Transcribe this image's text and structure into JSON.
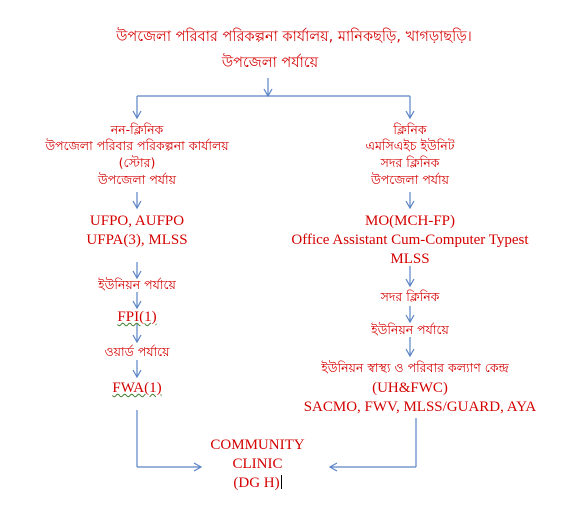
{
  "title": {
    "line1": "উপজেলা পরিবার পরিকল্পনা কার্যালয়, মানিকছড়ি, খাগড়াছড়ি।",
    "line2": "উপজেলা পর্যায়ে"
  },
  "left_branch": {
    "header": [
      "নন-ক্লিনিক",
      "উপজেলা পরিবার পরিকল্পনা কার্যালয়",
      "(স্টোর)",
      "উপজেলা পর্যায়"
    ],
    "staff": [
      "UFPO, AUFPO",
      "UFPA(3), MLSS"
    ],
    "union_level": "ইউনিয়ন পর্যায়ে",
    "union_staff": "FPI(1)",
    "ward_level": "ওয়ার্ড পর্যায়ে",
    "ward_staff": "FWA(1)"
  },
  "right_branch": {
    "header": [
      "ক্লিনিক",
      "এমসিএইচ ইউনিট",
      "সদর ক্লিনিক",
      "উপজেলা পর্যায়"
    ],
    "staff": [
      "MO(MCH-FP)",
      "Office Assistant Cum-Computer Typest",
      "MLSS"
    ],
    "sadar_clinic": "সদর ক্লিনিক",
    "union_level": "ইউনিয়ন পর্যায়ে",
    "center": "ইউনিয়ন স্বাস্থ্য ও পরিবার কল্যাণ কেন্দ্র",
    "center_abbr": "(UH&FWC)",
    "center_staff": "SACMO, FWV, MLSS/GUARD, AYA"
  },
  "bottom": {
    "lines": [
      "COMMUNITY",
      "CLINIC",
      "(DG H)"
    ]
  },
  "colors": {
    "text": "#d40000",
    "arrow": "#5b84c4",
    "spellcheck": "#3a7d2c"
  }
}
